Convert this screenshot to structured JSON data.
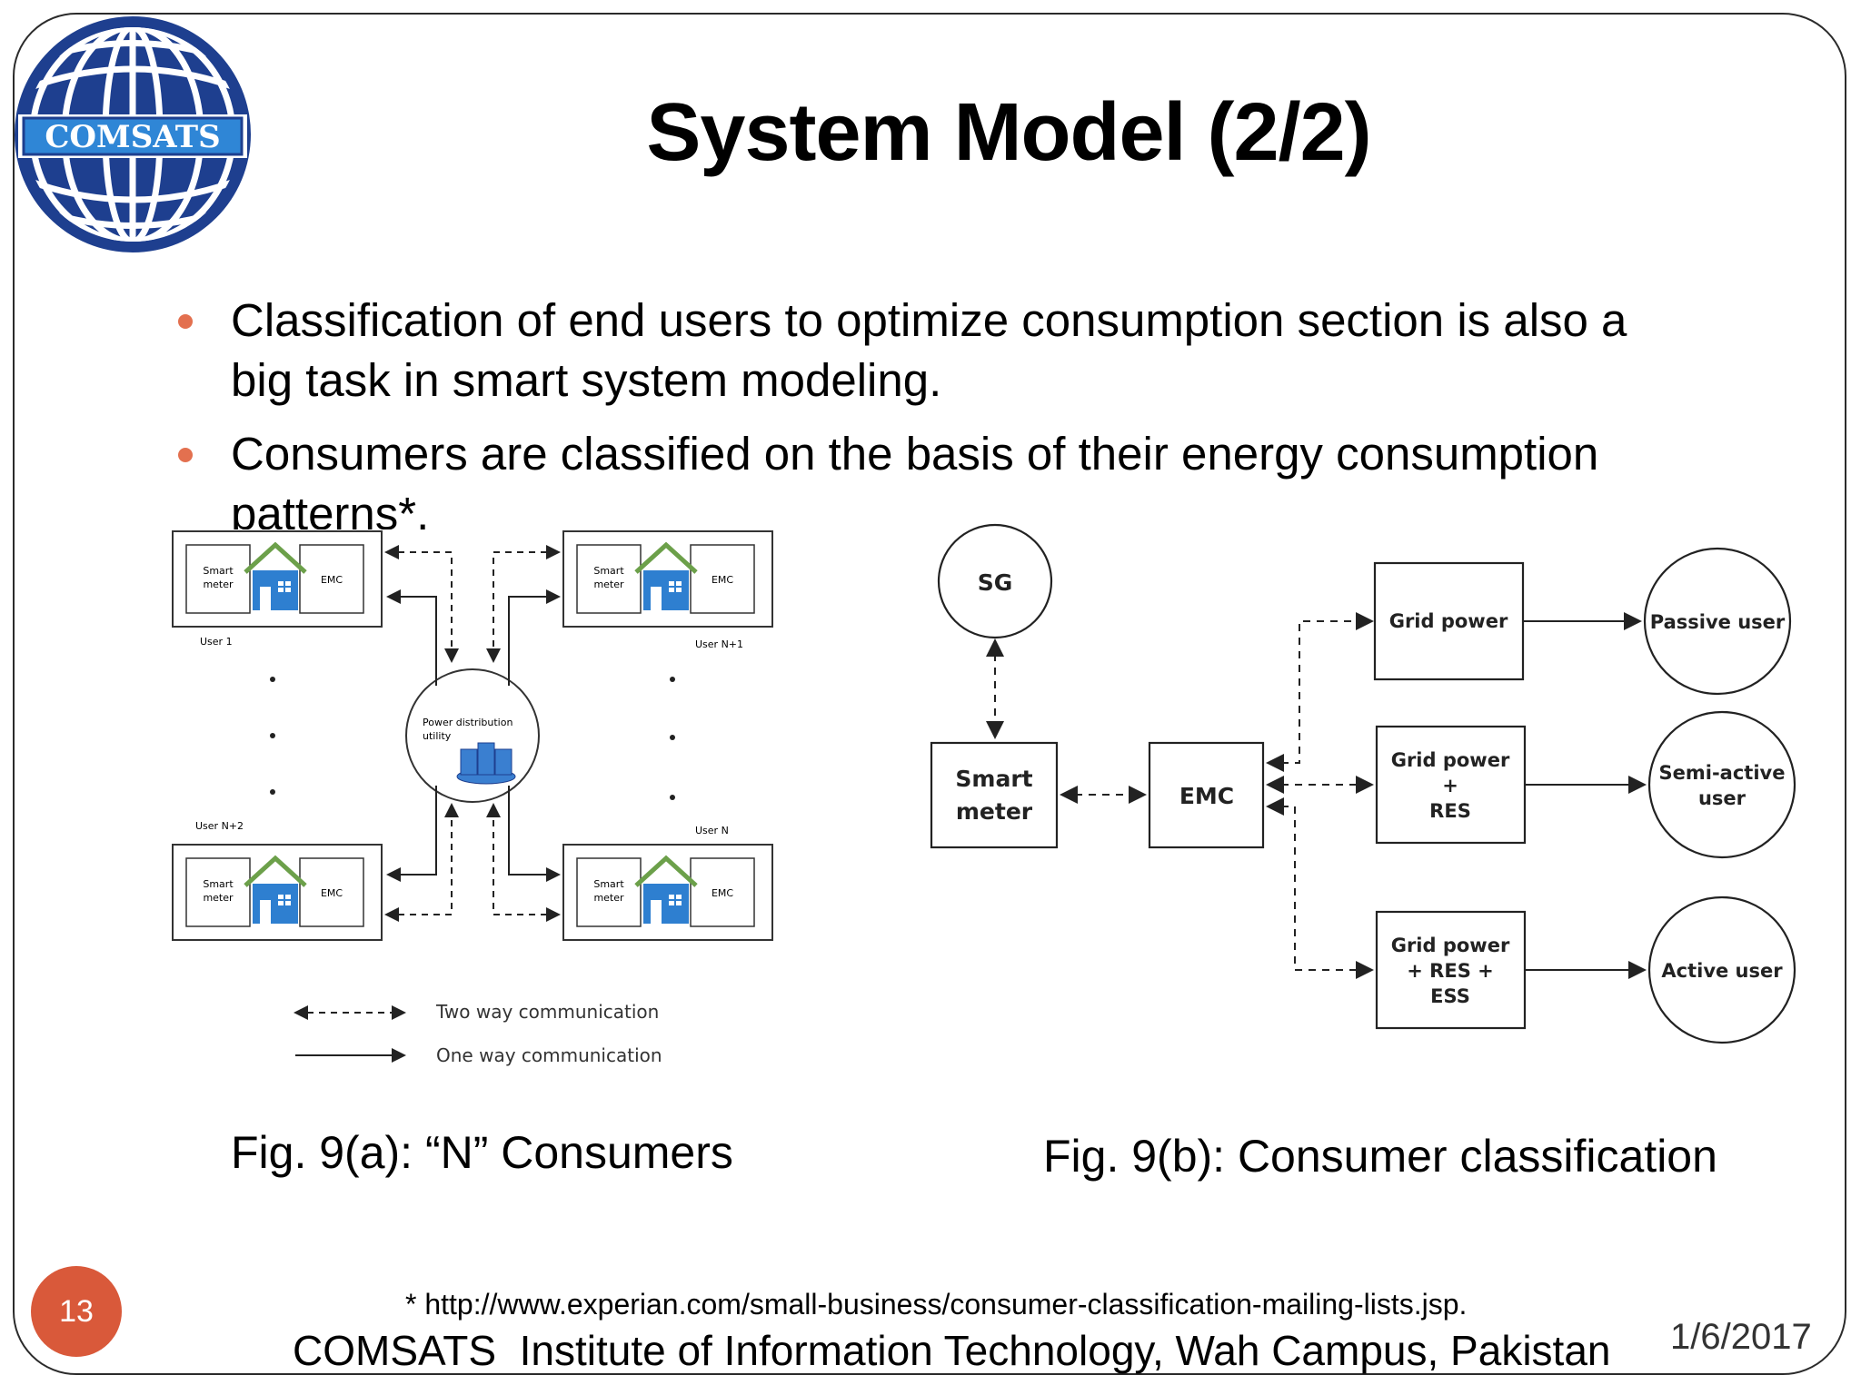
{
  "slide": {
    "logo_text": "COMSATS",
    "title": "System Model (2/2)",
    "bullets": [
      {
        "line1": "Classification of end users to optimize consumption section is also a",
        "line2": "big task in smart system modeling."
      },
      {
        "line1": "Consumers are classified on the basis of their energy consumption",
        "line2": "patterns*."
      }
    ],
    "fig_a": {
      "smart_meter": "Smart meter",
      "emc": "EMC",
      "user1": "User 1",
      "userN1": "User N+1",
      "userN2": "User N+2",
      "userN": "User N",
      "utility": "Power distribution utility",
      "legend_two_way": "Two way communication",
      "legend_one_way": "One way communication"
    },
    "fig_b": {
      "sg": "SG",
      "smart_meter": "Smart meter",
      "emc": "EMC",
      "grid_power": "Grid power",
      "grid_res_line1": "Grid power",
      "grid_res_line2": "+",
      "grid_res_line3": "RES",
      "grid_res_ess_line1": "Grid power",
      "grid_res_ess_line2": "+ RES +",
      "grid_res_ess_line3": "ESS",
      "passive_user": "Passive user",
      "semi_active_user_line1": "Semi-active",
      "semi_active_user_line2": "user",
      "active_user": "Active user"
    },
    "caption_a": "Fig. 9(a): “N” Consumers",
    "caption_b": "Fig. 9(b): Consumer classification",
    "page_number": "13",
    "footnote": "* http://www.experian.com/small-business/consumer-classification-mailing-lists.jsp.",
    "institution": "COMSATS  Institute of Information Technology, Wah Campus, Pakistan",
    "date": "1/6/2017"
  },
  "colors": {
    "bullet": "#e3704f",
    "page_badge": "#d9593a",
    "logo_blue": "#1e3f8f",
    "house_blue": "#2e7fd0"
  }
}
